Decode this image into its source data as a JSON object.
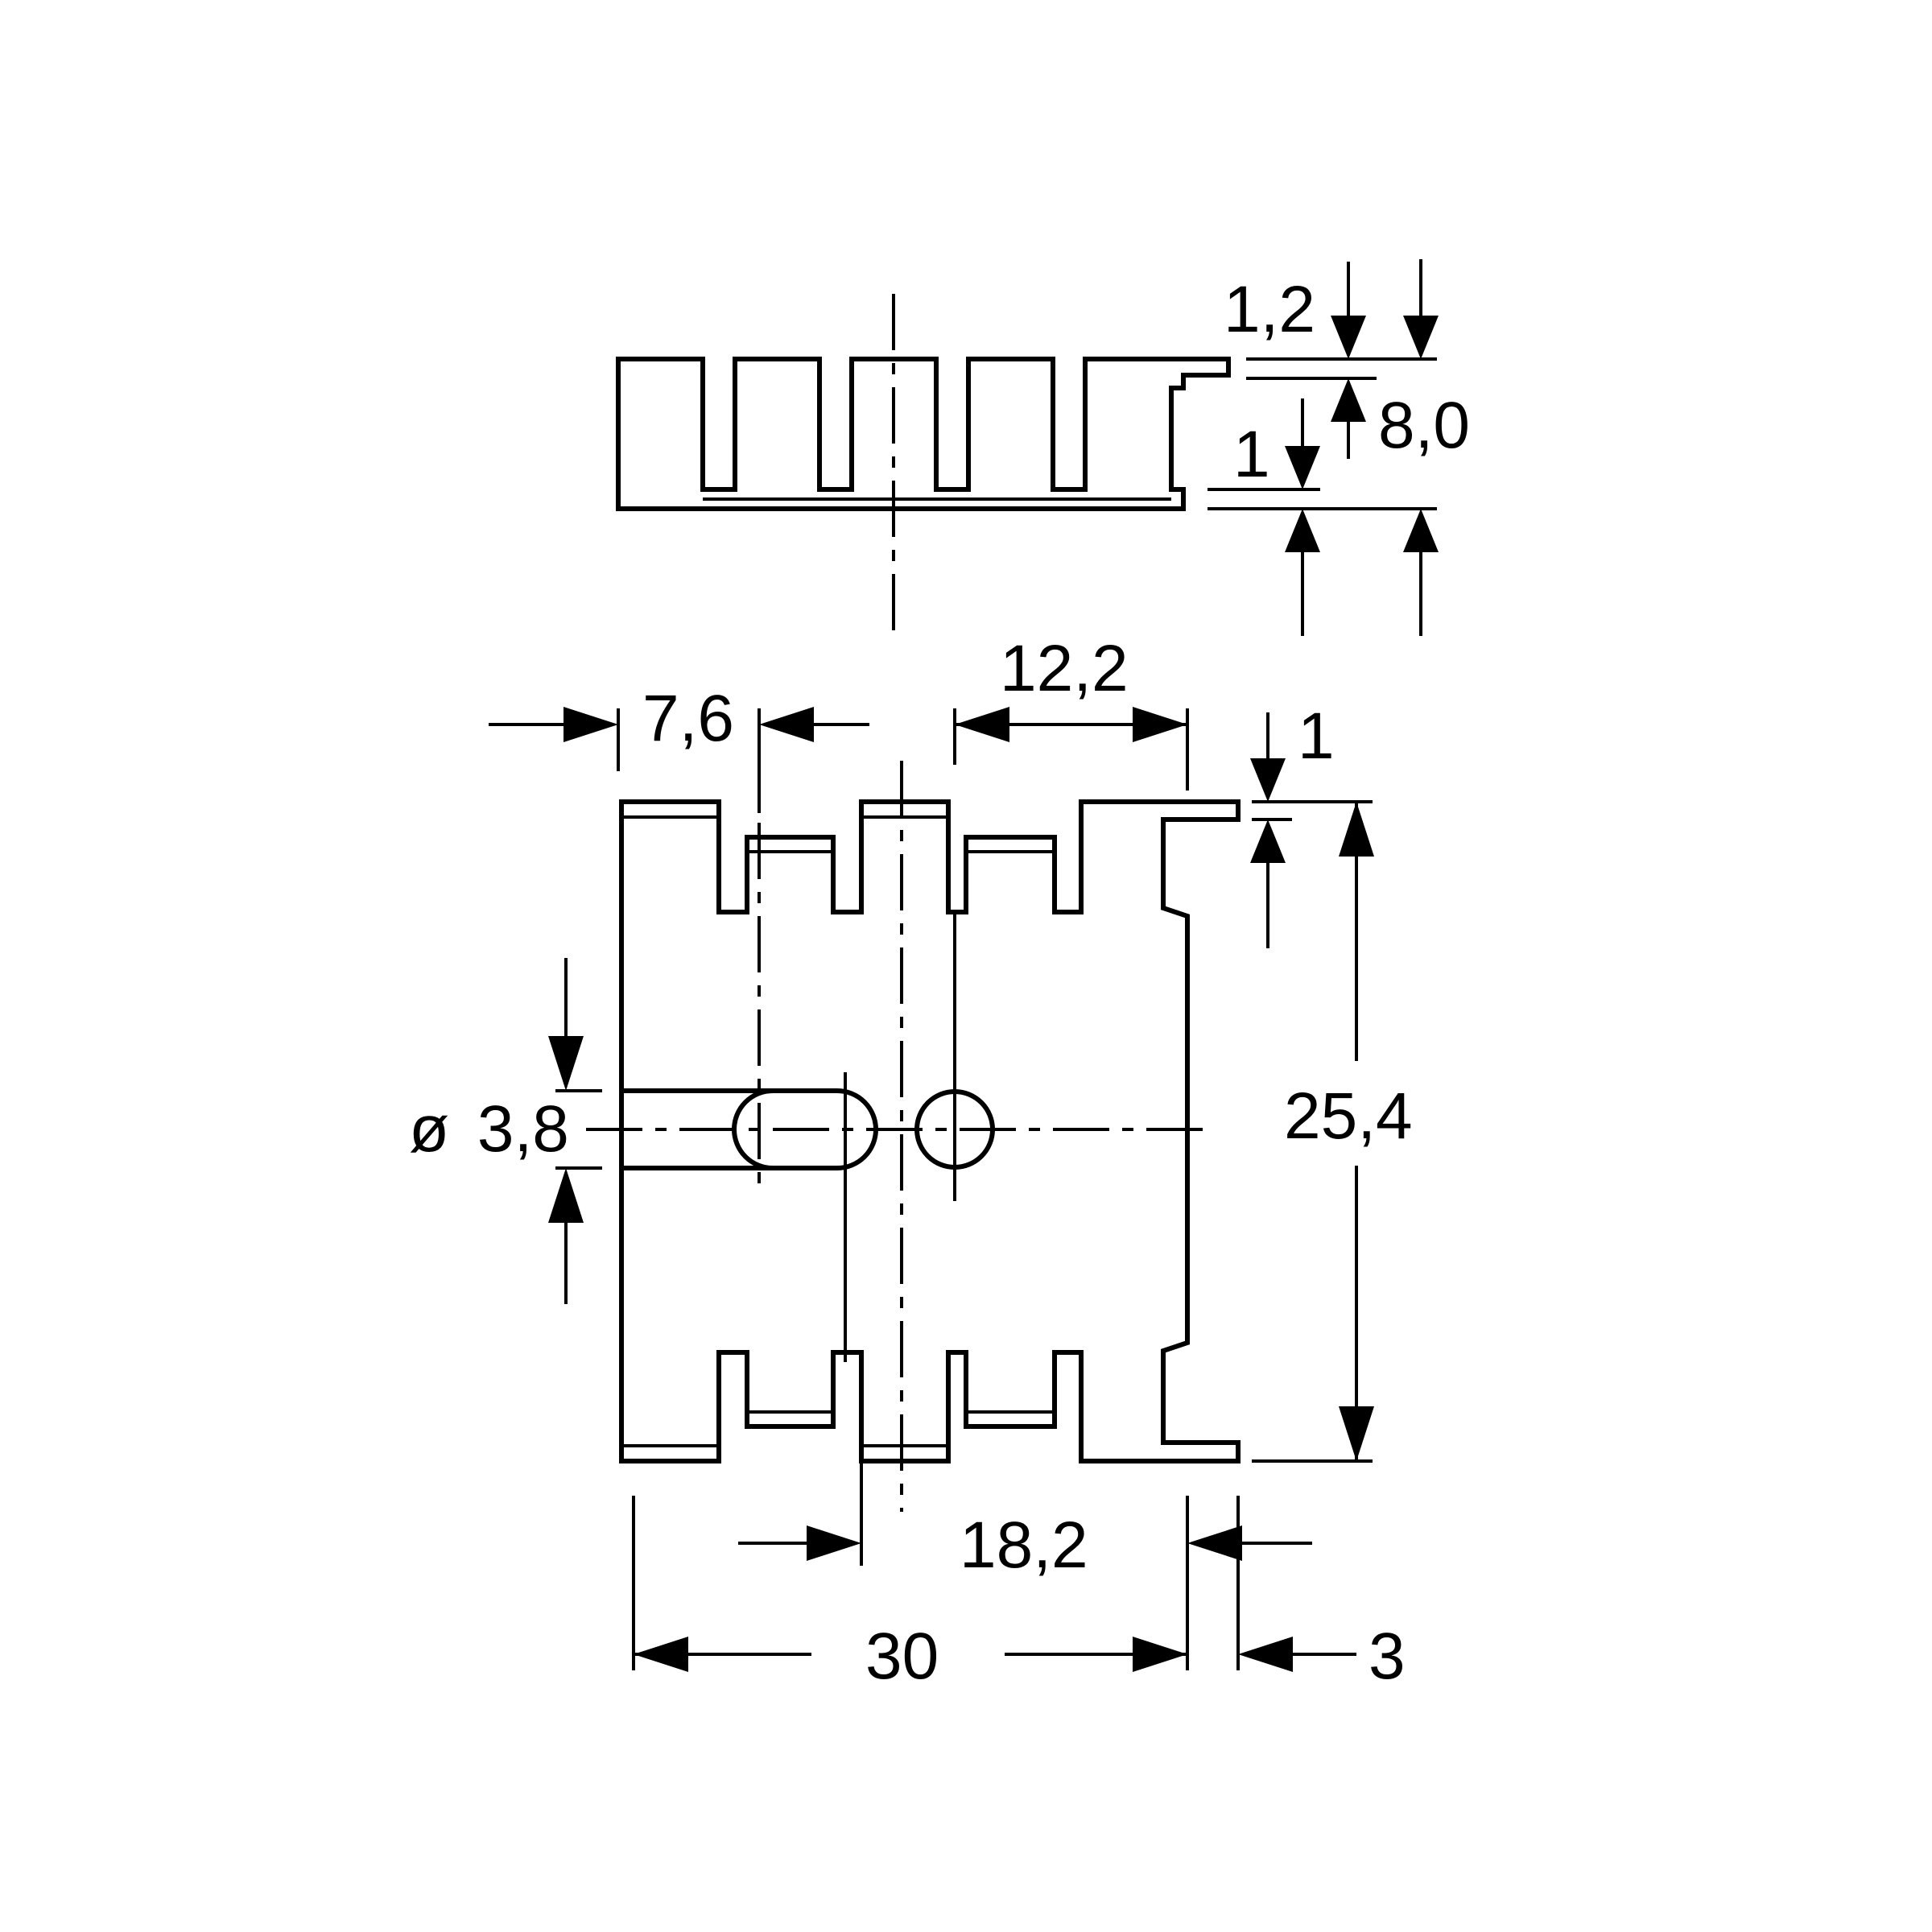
{
  "colors": {
    "ink": "#000000",
    "background": "#ffffff"
  },
  "dimensions": {
    "top_view": {
      "thickness": "1,2",
      "height": "8,0",
      "slot_depth": "1"
    },
    "front_view": {
      "left_offset": "7,6",
      "right_span": "12,2",
      "tab_thickness": "1",
      "hole_diameter_symbol": "ø",
      "hole_diameter": "3,8",
      "overall_height": "25,4",
      "center_span": "18,2",
      "overall_width": "30",
      "tab_length": "3"
    }
  }
}
